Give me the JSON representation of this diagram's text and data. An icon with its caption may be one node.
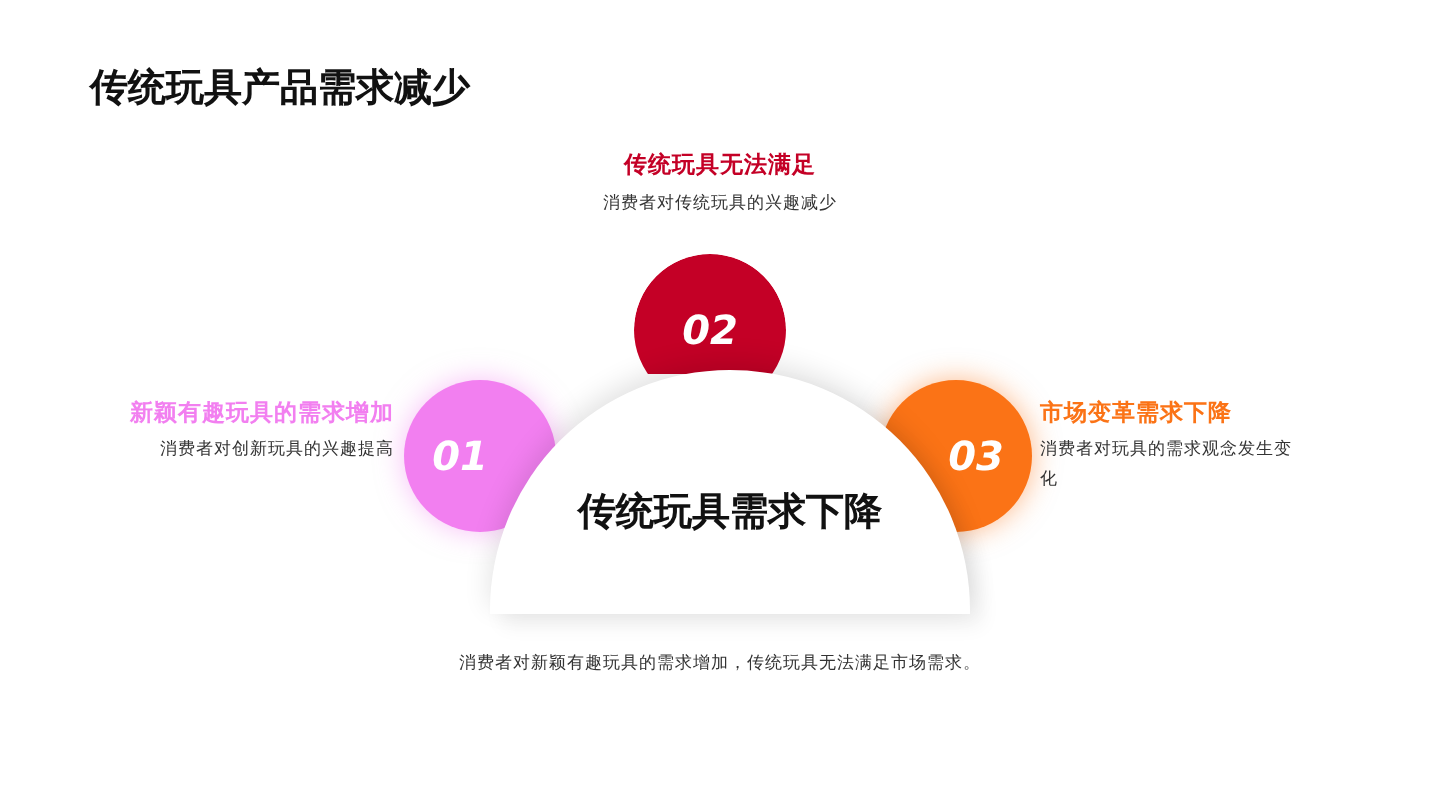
{
  "diagram": {
    "title": "传统玩具产品需求减少",
    "caption": "消费者对新颖有趣玩具的需求增加，传统玩具无法满足市场需求。",
    "nodes": [
      {
        "text": [
          "01"
        ],
        "beside": [
          "新颖有趣玩具的需求增加",
          "消费者对创新玩具的兴趣提高"
        ]
      },
      {
        "text": [
          "02"
        ],
        "beside": [
          "传统玩具无法满足",
          "消费者对传统玩具的兴趣减少"
        ]
      },
      {
        "text": [
          "03"
        ],
        "beside": [
          "市场变革需求下降",
          "消费者对玩具的需求观念发生变化"
        ]
      },
      {
        "text": [
          "传统玩具需求下降"
        ]
      }
    ]
  }
}
